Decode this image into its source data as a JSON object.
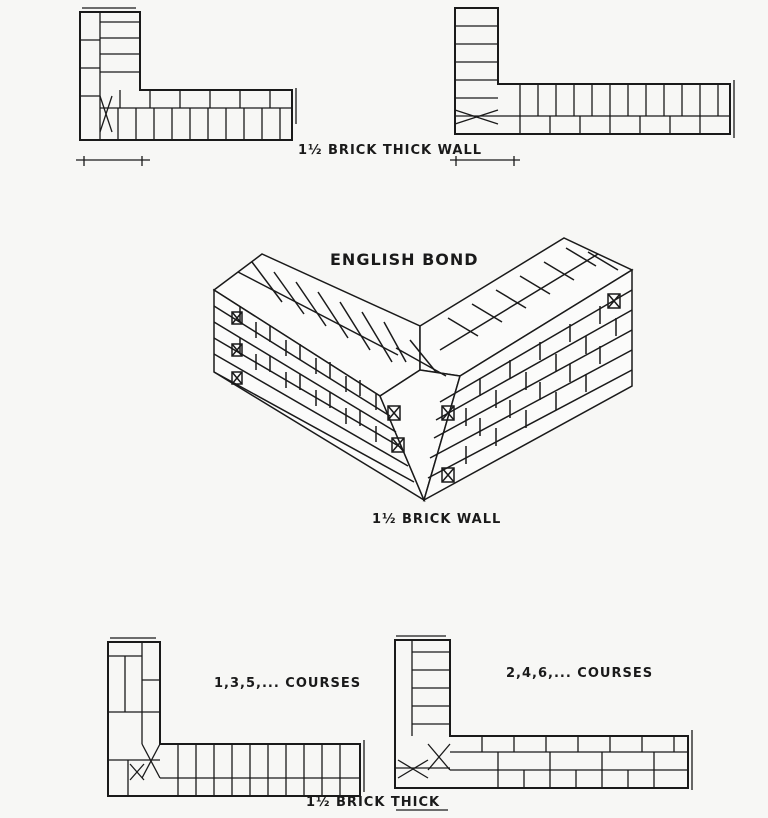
{
  "labels": {
    "top_caption": "1½ BRICK THICK WALL",
    "title": "ENGLISH BOND",
    "mid_caption": "1½ BRICK WALL",
    "odd_courses": "1,3,5,... COURSES",
    "even_courses": "2,4,6,... COURSES",
    "bottom_caption": "1½ BRICK THICK"
  }
}
